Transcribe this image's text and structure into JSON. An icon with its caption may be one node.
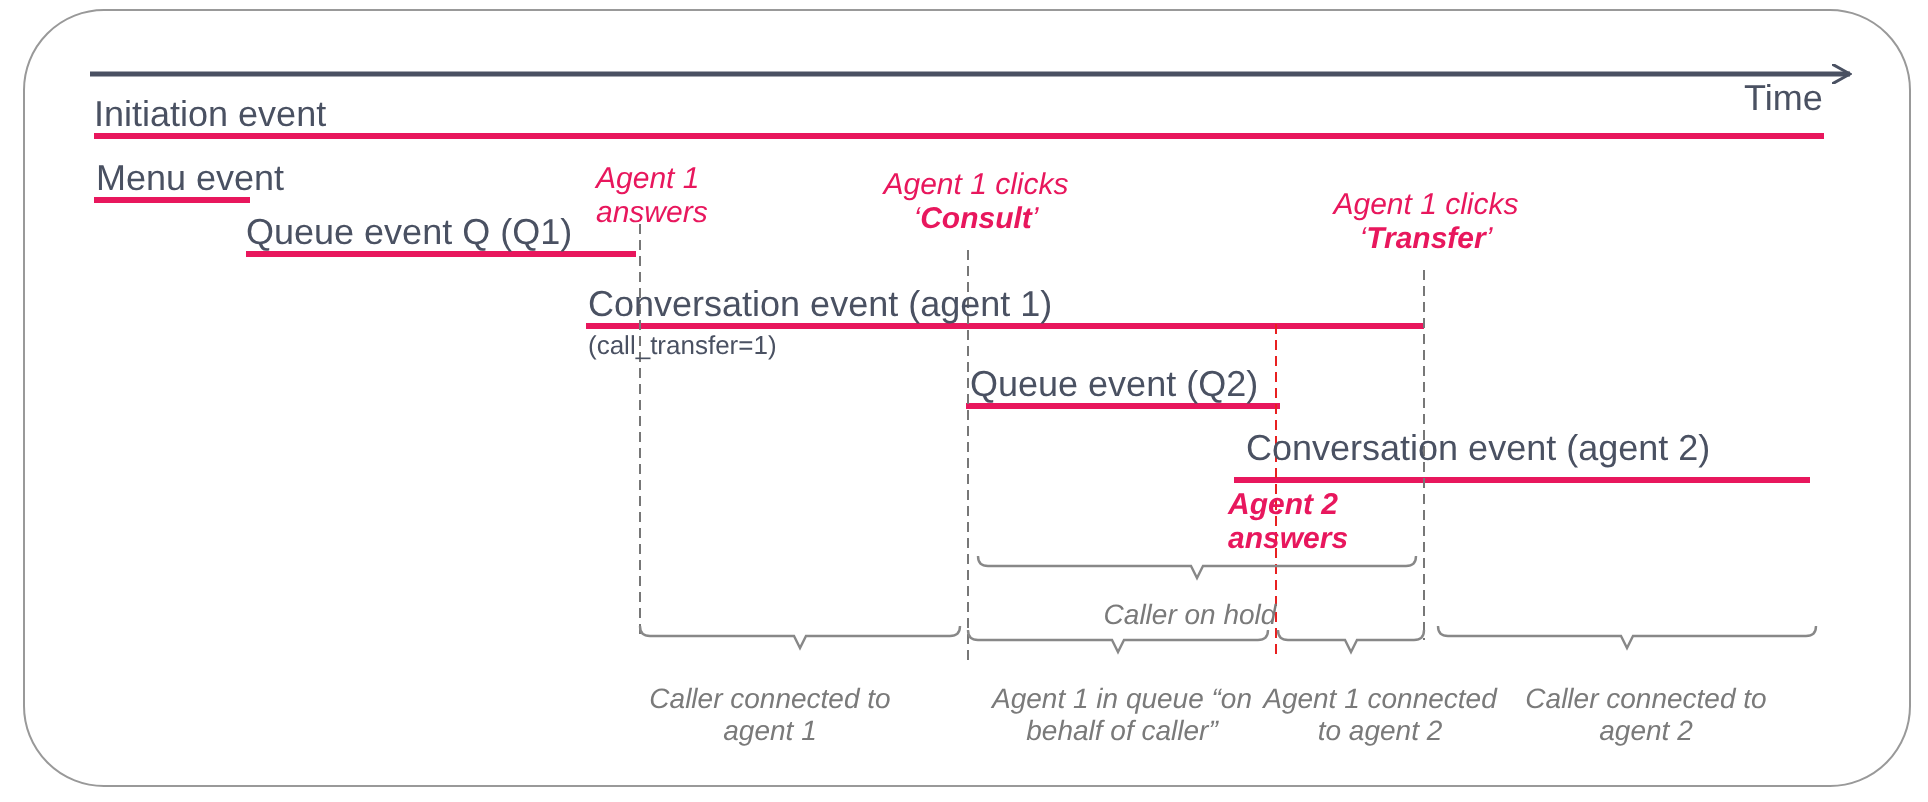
{
  "diagram": {
    "labels": [
      "Time",
      "Initiation event",
      "Menu event",
      "Agent 1 answers",
      "Agent 1 clicks ‘**Consult**’",
      "Agent 1 clicks ‘**Transfer**’",
      "Queue event Q (Q1)",
      "Conversation event (agent 1)",
      "(call_transfer=1)",
      "Queue event (Q2)",
      "Conversation event (agent 2)",
      "Agent 2 answers",
      "Caller on hold",
      "Caller connected to agent 1",
      "Agent 1 in queue “on behalf of caller”",
      "Agent 1 connected to agent 2",
      "Caller connected to agent 2"
    ]
  }
}
